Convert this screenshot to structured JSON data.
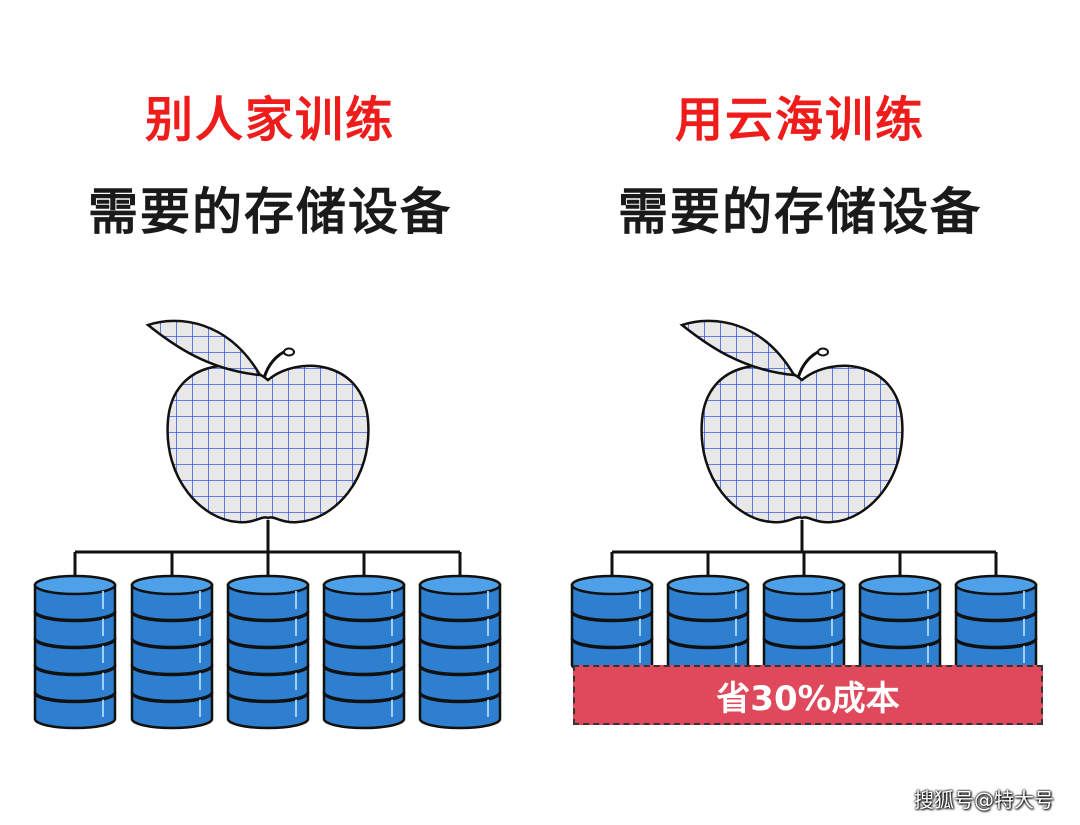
{
  "left": {
    "title": "别人家训练",
    "subtitle": "需要的存储设备",
    "disk_stack_height": 5,
    "disk_count": 5
  },
  "right": {
    "title": "用云海训练",
    "subtitle": "需要的存储设备",
    "disk_stack_height": 3,
    "disk_count": 5
  },
  "savings_label": "省30%成本",
  "watermark": "搜狐号@特大号",
  "colors": {
    "title_red": "#ef1c1c",
    "disk_blue": "#2f7fd0",
    "savings_bg": "#e0485c",
    "apple_grid": "#3b5be0"
  }
}
